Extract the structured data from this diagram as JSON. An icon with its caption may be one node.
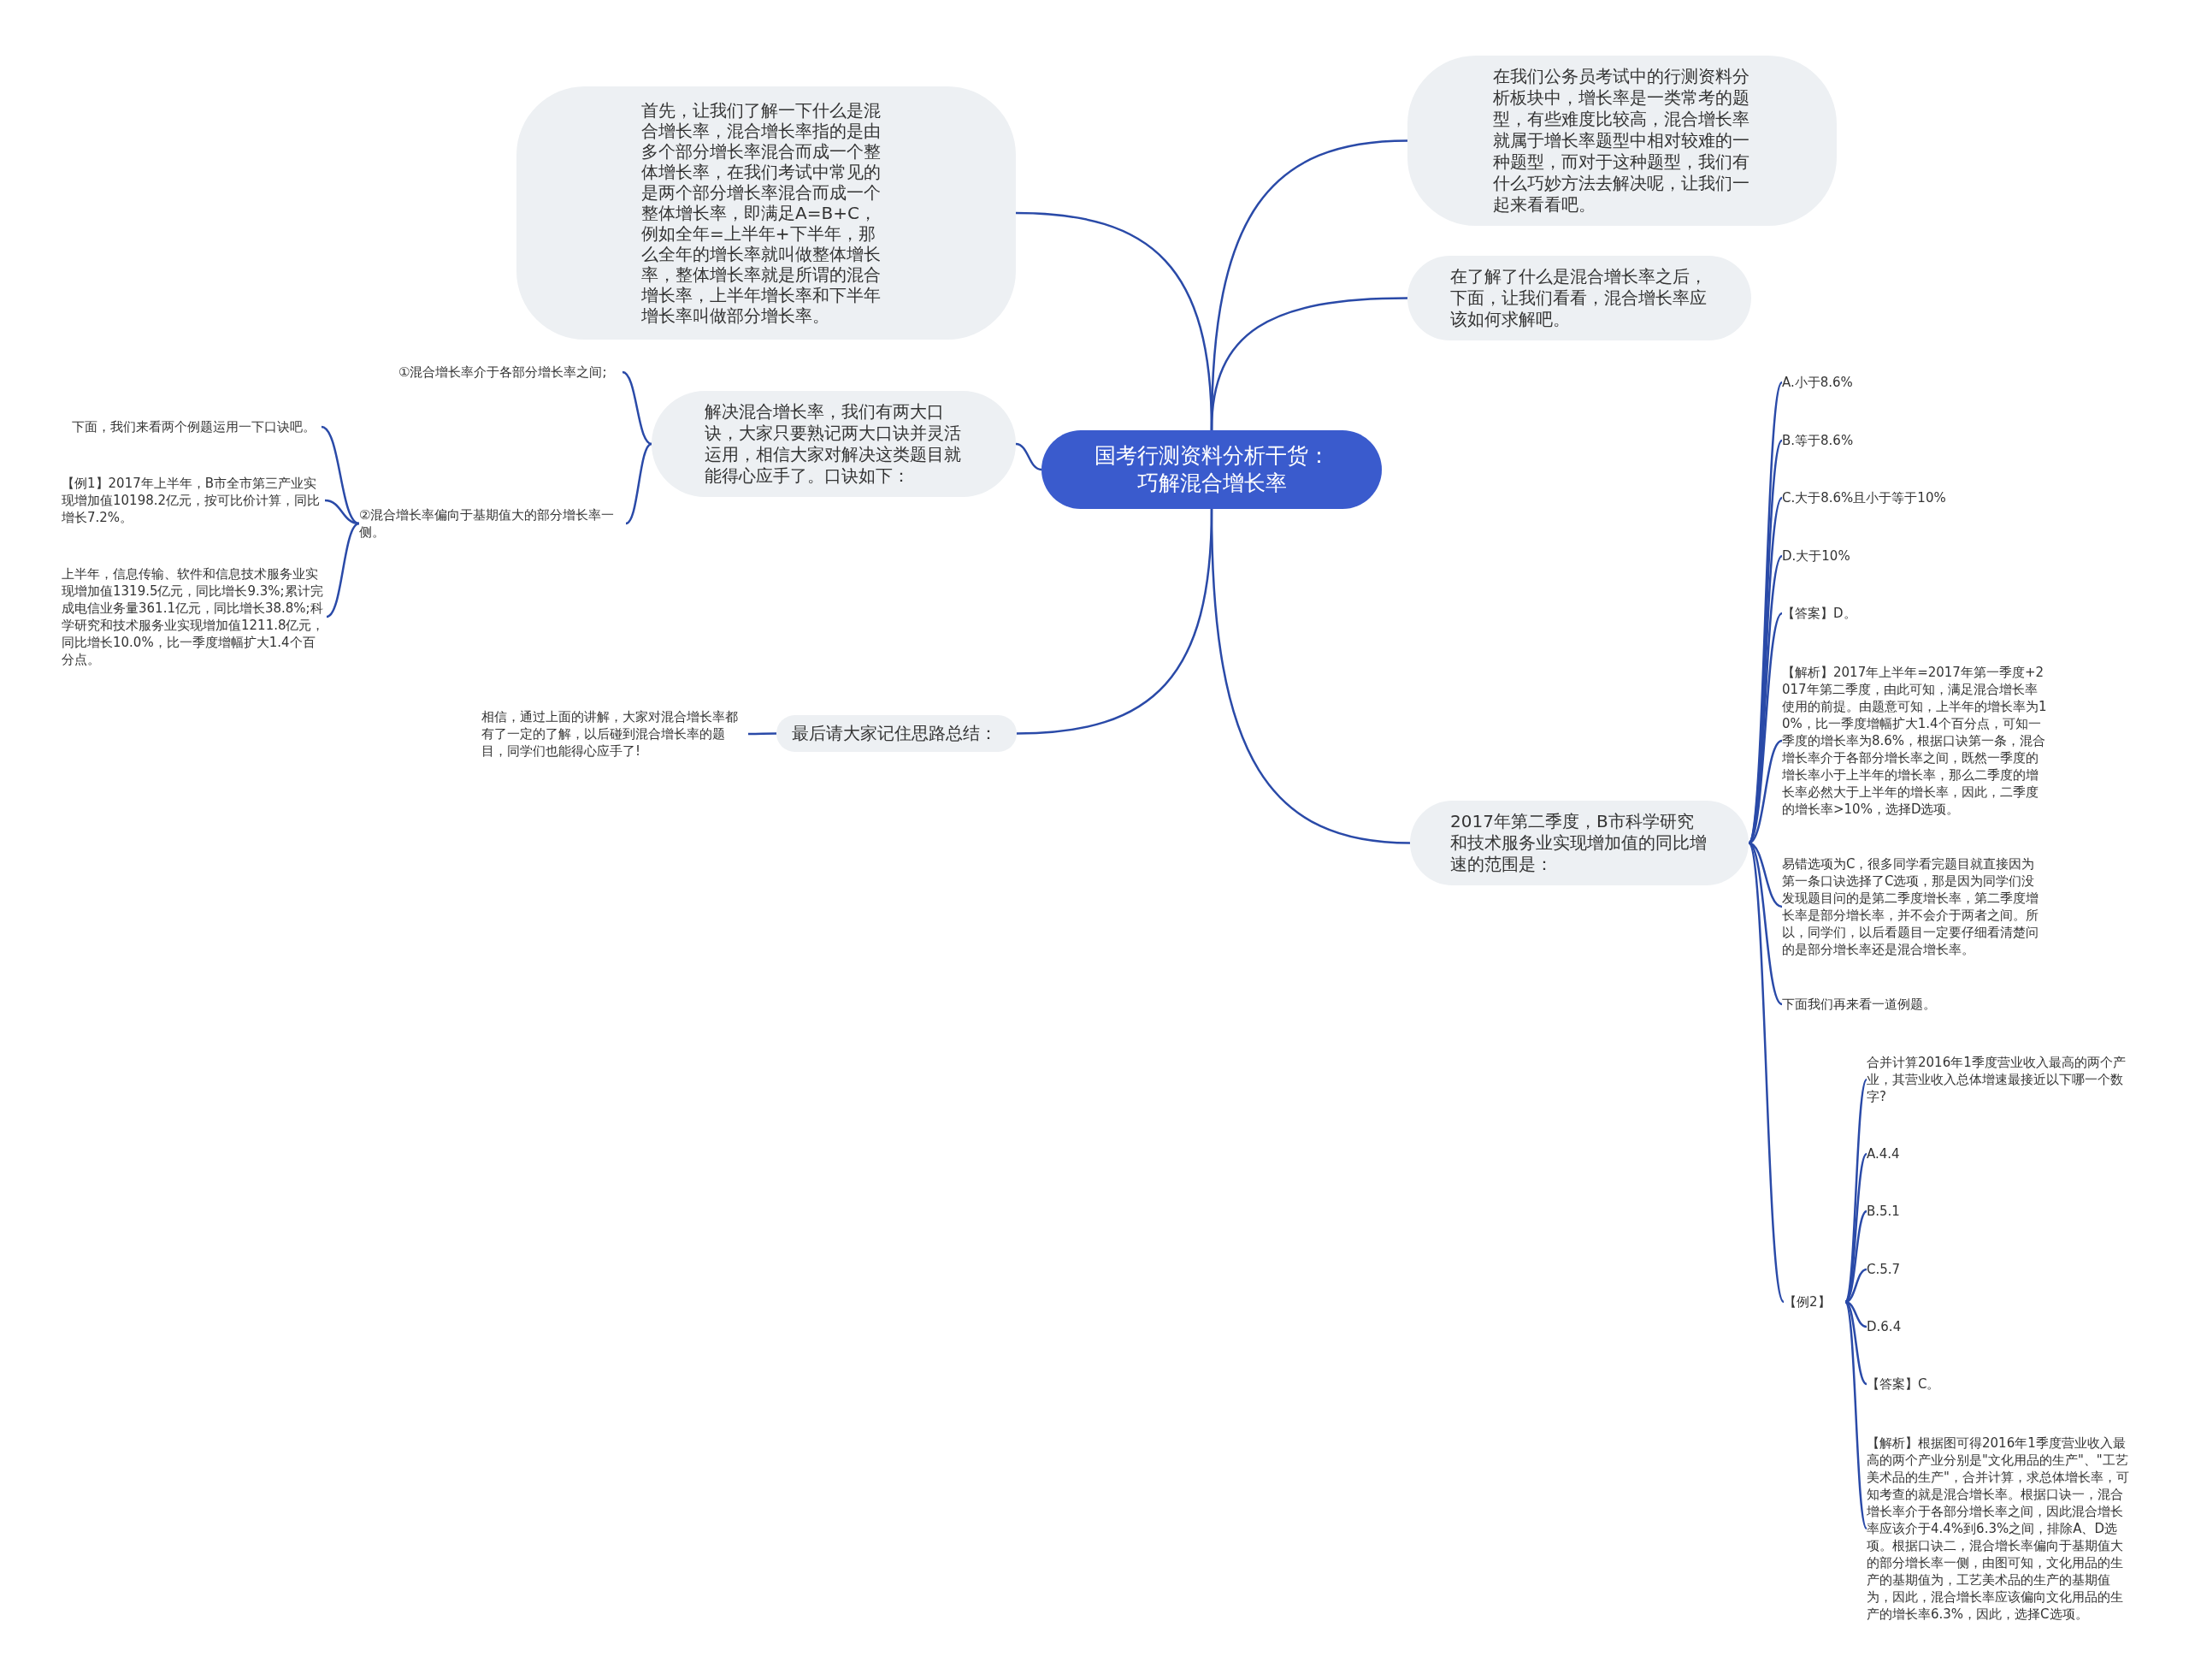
{
  "diagram": {
    "nodes": [
      {
        "text": [
          "国考行测资料分析干货：巧解混合增长率"
        ]
      },
      {
        "text": [
          "首先，让我们了解一下什么是混合增长率，混合增长率指的是由多个部分增长率混合而成一个整体增长率，在我们考试中常见的是两个部分增长率混合而成一个整体增长率，即满足A=B+C，例如全年=上半年+下半年，那么全年的增长率就叫做整体增长率，整体增长率就是所谓的混合增长率，上半年增长率和下半年增长率叫做部分增长率。"
        ]
      },
      {
        "text": [
          "在我们公务员考试中的行测资料分析板块中，增长率是一类常考的题型，有些难度比较高，混合增长率就属于增长率题型中相对较难的一种题型，而对于这种题型，我们有什么巧妙方法去解决呢，让我们一起来看看吧。"
        ]
      },
      {
        "text": [
          "在了解了什么是混合增长率之后，下面，让我们看看，混合增长率应该如何求解吧。"
        ]
      },
      {
        "text": [
          "解决混合增长率，我们有两大口诀，大家只要熟记两大口诀并灵活运用，相信大家对解决这类题目就能得心应手了。口诀如下："
        ]
      },
      {
        "text": [
          "①混合增长率介于各部分增长率之间;"
        ]
      },
      {
        "text": [
          "②混合增长率偏向于基期值大的部分增长率一侧。"
        ]
      },
      {
        "text": [
          "下面，我们来看两个例题运用一下口诀吧。"
        ]
      },
      {
        "text": [
          "【例1】2017年上半年，B市全市第三产业实现增加值10198.2亿元，按可比价计算，同比增长7.2%。"
        ]
      },
      {
        "text": [
          "上半年，信息传输、软件和信息技术服务业实现增加值1319.5亿元，同比增长9.3%;累计完成电信业务量361.1亿元，同比增长38.8%;科学研究和技术服务业实现增加值1211.8亿元，同比增长10.0%，比一季度增幅扩大1.4个百分点。"
        ]
      },
      {
        "text": [
          "最后请大家记住思路总结："
        ]
      },
      {
        "text": [
          "相信，通过上面的讲解，大家对混合增长率都有了一定的了解，以后碰到混合增长率的题目，同学们也能得心应手了!"
        ]
      },
      {
        "text": [
          "2017年第二季度，B市科学研究和技术服务业实现增加值的同比增速的范围是："
        ]
      },
      {
        "text": [
          "A.小于8.6%"
        ]
      },
      {
        "text": [
          "B.等于8.6%"
        ]
      },
      {
        "text": [
          "C.大于8.6%且小于等于10%"
        ]
      },
      {
        "text": [
          "D.大于10%"
        ]
      },
      {
        "text": [
          "【答案】D。"
        ]
      },
      {
        "text": [
          "【解析】2017年上半年=2017年第一季度+2017年第二季度，由此可知，满足混合增长率使用的前提。由题意可知，上半年的增长率为10%，比一季度增幅扩大1.4个百分点，可知一季度的增长率为8.6%，根据口诀第一条，混合增长率介于各部分增长率之间，既然一季度的增长率小于上半年的增长率，那么二季度的增长率必然大于上半年的增长率，因此，二季度的增长率>10%，选择D选项。"
        ]
      },
      {
        "text": [
          "易错选项为C，很多同学看完题目就直接因为第一条口诀选择了C选项，那是因为同学们没发现题目问的是第二季度增长率，第二季度增长率是部分增长率，并不会介于两者之间。所以，同学们，以后看题目一定要仔细看清楚问的是部分增长率还是混合增长率。"
        ]
      },
      {
        "text": [
          "下面我们再来看一道例题。"
        ]
      },
      {
        "text": [
          "【例2】"
        ]
      },
      {
        "text": [
          "合并计算2016年1季度营业收入最高的两个产业，其营业收入总体增速最接近以下哪一个数字?"
        ]
      },
      {
        "text": [
          "A.4.4"
        ]
      },
      {
        "text": [
          "B.5.1"
        ]
      },
      {
        "text": [
          "C.5.7"
        ]
      },
      {
        "text": [
          "D.6.4"
        ]
      },
      {
        "text": [
          "【答案】C。"
        ]
      },
      {
        "text": [
          "【解析】根据图可得2016年1季度营业收入最高的两个产业分别是\"文化用品的生产\"、\"工艺美术品的生产\"，合并计算，求总体增长率，可知考查的就是混合增长率。根据口诀一，混合增长率介于各部分增长率之间，因此混合增长率应该介于4.4%到6.3%之间，排除A、D选项。根据口诀二，混合增长率偏向于基期值大的部分增长率一侧，由图可知，文化用品的生产的基期值为，工艺美术品的生产的基期值为，因此，混合增长率应该偏向文化用品的生产的增长率6.3%，因此，选择C选项。"
        ]
      }
    ],
    "edges": [
      {
        "from": 0,
        "to": 1,
        "arrow": "none"
      },
      {
        "from": 0,
        "to": 2,
        "arrow": "none"
      },
      {
        "from": 0,
        "to": 3,
        "arrow": "none"
      },
      {
        "from": 0,
        "to": 4,
        "arrow": "none"
      },
      {
        "from": 4,
        "to": 5,
        "arrow": "none"
      },
      {
        "from": 4,
        "to": 6,
        "arrow": "none"
      },
      {
        "from": 6,
        "to": 7,
        "arrow": "none"
      },
      {
        "from": 6,
        "to": 8,
        "arrow": "none"
      },
      {
        "from": 6,
        "to": 9,
        "arrow": "none"
      },
      {
        "from": 0,
        "to": 10,
        "arrow": "none"
      },
      {
        "from": 10,
        "to": 11,
        "arrow": "none"
      },
      {
        "from": 0,
        "to": 12,
        "arrow": "none"
      },
      {
        "from": 12,
        "to": 13,
        "arrow": "none"
      },
      {
        "from": 12,
        "to": 14,
        "arrow": "none"
      },
      {
        "from": 12,
        "to": 15,
        "arrow": "none"
      },
      {
        "from": 12,
        "to": 16,
        "arrow": "none"
      },
      {
        "from": 12,
        "to": 17,
        "arrow": "none"
      },
      {
        "from": 12,
        "to": 18,
        "arrow": "none"
      },
      {
        "from": 12,
        "to": 19,
        "arrow": "none"
      },
      {
        "from": 12,
        "to": 20,
        "arrow": "none"
      },
      {
        "from": 12,
        "to": 21,
        "arrow": "none"
      },
      {
        "from": 21,
        "to": 22,
        "arrow": "none"
      },
      {
        "from": 21,
        "to": 23,
        "arrow": "none"
      },
      {
        "from": 21,
        "to": 24,
        "arrow": "none"
      },
      {
        "from": 21,
        "to": 25,
        "arrow": "none"
      },
      {
        "from": 21,
        "to": 26,
        "arrow": "none"
      },
      {
        "from": 21,
        "to": 27,
        "arrow": "none"
      },
      {
        "from": 21,
        "to": 28,
        "arrow": "none"
      }
    ]
  }
}
